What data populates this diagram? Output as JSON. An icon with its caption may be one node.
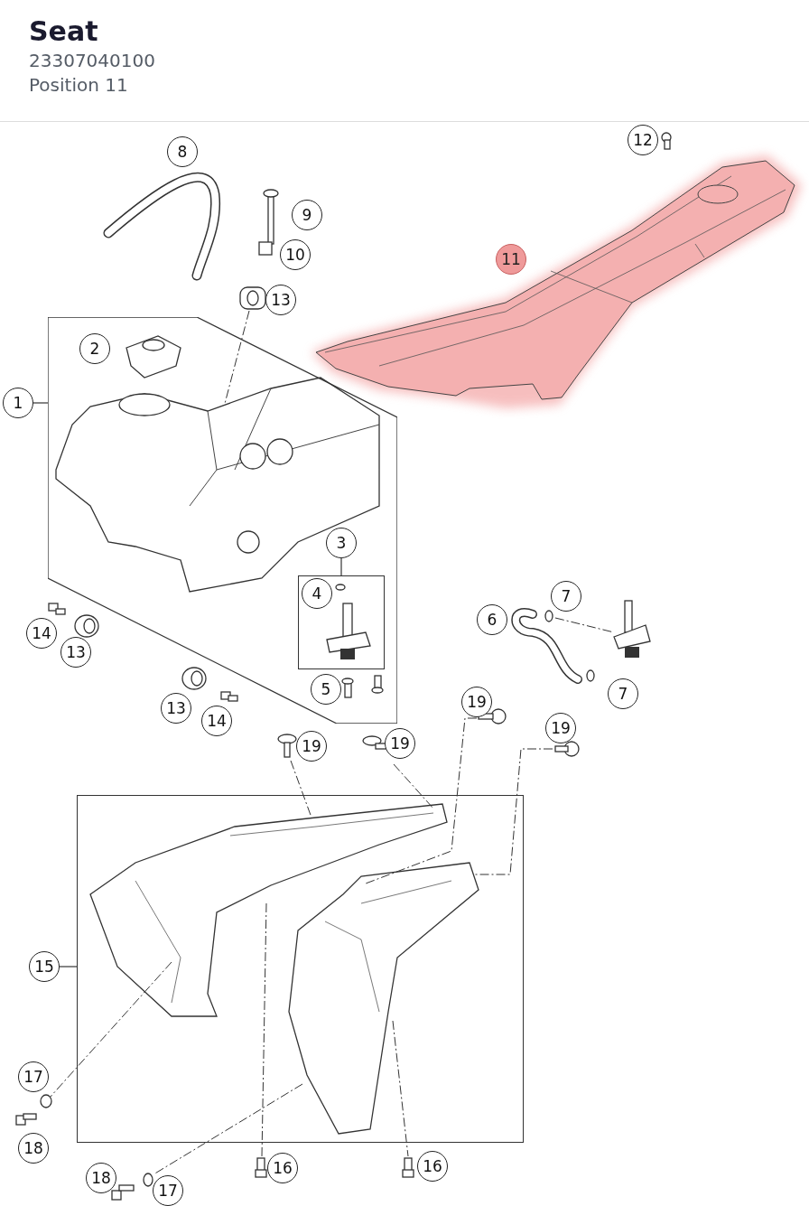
{
  "diagram": {
    "title": "Seat",
    "labels": [
      "23307040100",
      "Position 11"
    ],
    "nodes": [
      {
        "text": [
          "12"
        ]
      },
      {
        "text": [
          "8"
        ]
      },
      {
        "text": [
          "9"
        ]
      },
      {
        "text": [
          "11"
        ]
      },
      {
        "text": [
          "10"
        ]
      },
      {
        "text": [
          "13"
        ]
      },
      {
        "text": [],
        "shape": "polygon"
      },
      {
        "text": [
          "2"
        ],
        "in": 6
      },
      {
        "text": [
          "1"
        ]
      },
      {
        "text": [
          "3"
        ],
        "in": 6
      },
      {
        "text": [],
        "shape": "box",
        "in": 6
      },
      {
        "text": [
          "4"
        ],
        "in": 10
      },
      {
        "text": [
          "7"
        ]
      },
      {
        "text": [
          "6"
        ]
      },
      {
        "text": [
          "14"
        ]
      },
      {
        "text": [
          "13"
        ]
      },
      {
        "text": [
          "5"
        ],
        "in": 6
      },
      {
        "text": [
          "7"
        ]
      },
      {
        "text": [
          "13"
        ]
      },
      {
        "text": [
          "14"
        ]
      },
      {
        "text": [
          "19"
        ]
      },
      {
        "text": [
          "19"
        ]
      },
      {
        "text": [
          "19"
        ]
      },
      {
        "text": [
          "19"
        ]
      },
      {
        "text": [],
        "shape": "box"
      },
      {
        "text": [
          "15"
        ]
      },
      {
        "text": [
          "17"
        ]
      },
      {
        "text": [
          "18"
        ]
      },
      {
        "text": [
          "16"
        ]
      },
      {
        "text": [
          "16"
        ]
      },
      {
        "text": [
          "18"
        ]
      },
      {
        "text": [
          "17"
        ]
      }
    ],
    "edges": [
      {
        "from": 8,
        "to": 6,
        "arrow": "none"
      },
      {
        "from": 9,
        "to": 10,
        "arrow": "none"
      },
      {
        "from": 25,
        "to": 24,
        "arrow": "none"
      }
    ]
  }
}
